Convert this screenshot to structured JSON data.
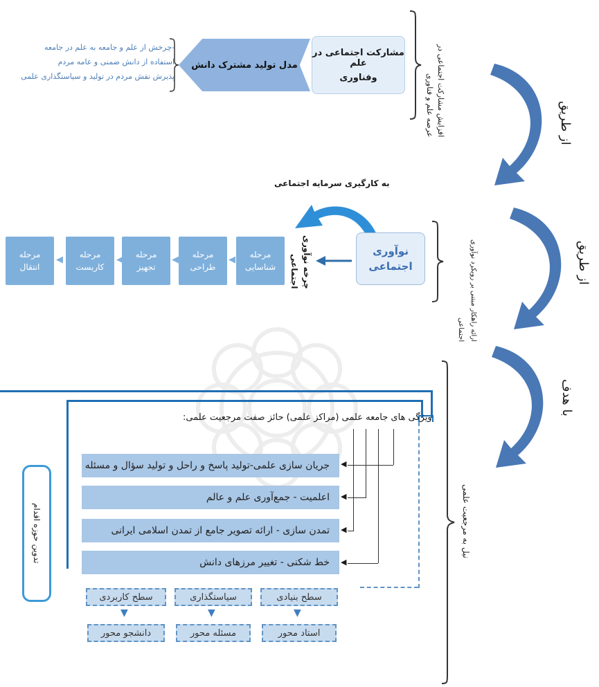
{
  "section1": {
    "benefits": [
      "-چرخش از علم و جامعه به علم در جامعه",
      "استفاده از دانش ضمنی و عامه مردم",
      "پذیرش نقش مردم در تولید و سیاستگذاری علمی"
    ],
    "model_label": "مدل تولید مشترک دانش",
    "participation_line1": "مشارکت اجتماعی در علم",
    "participation_line2": "وفناوری",
    "side_text_line1": "افزایش مشارکت اجتماعی در",
    "side_text_line2": "عرصه علم و فناوری"
  },
  "arrow_label_1": "از طریق",
  "section2": {
    "capital_label": "به کارگیری سرمایه اجتماعی",
    "stages": [
      {
        "line1": "مرحله",
        "line2": "انتقال"
      },
      {
        "line1": "مرحله",
        "line2": "کاربست"
      },
      {
        "line1": "مرحله",
        "line2": "تجهیز"
      },
      {
        "line1": "مرحله",
        "line2": "طراحی"
      },
      {
        "line1": "مرحله",
        "line2": "شناسایی"
      }
    ],
    "cycle_line1": "چرخه نوآوری",
    "cycle_line2": "اجتماعی",
    "innovation_line1": "نوآوری",
    "innovation_line2": "اجتماعی",
    "side_text_line1": "ارائه راهکار مبتنی بر رویکرد نوآوری",
    "side_text_line2": "اجتماعی"
  },
  "arrow_label_2": "از طریق",
  "arrow_label_3": "با هدف",
  "section3": {
    "header": "ویژگی های جامعه علمی (مراکز علمی) حائز صفت مرجعیت علمی:",
    "bars": [
      "جریان سازی علمی-تولید پاسخ و راحل و تولید سؤال و مسئله",
      "اعلمیت - جمع‌آوری علم و عالم",
      "تمدن سازی - ارائه تصویر جامع از تمدن اسلامی ایرانی",
      "خط شکنی - تغییر مرزهای دانش"
    ],
    "action_label": "تدوین حوزه اقدام",
    "levels": [
      "سطح بنیادی",
      "سیاستگذاری",
      "سطح کاربردی"
    ],
    "axes": [
      "استاد محور",
      "مسئله محور",
      "دانشجو محور"
    ],
    "side_text": "نیل به مرجعیت علمی"
  },
  "colors": {
    "arrow": "#4a78b5",
    "stage_fill": "#7fb0dc",
    "bar_fill": "#a9c7e6",
    "frame": "#1f6fb2",
    "model_fill": "#8fb3de",
    "box_fill": "#e4eef9"
  }
}
